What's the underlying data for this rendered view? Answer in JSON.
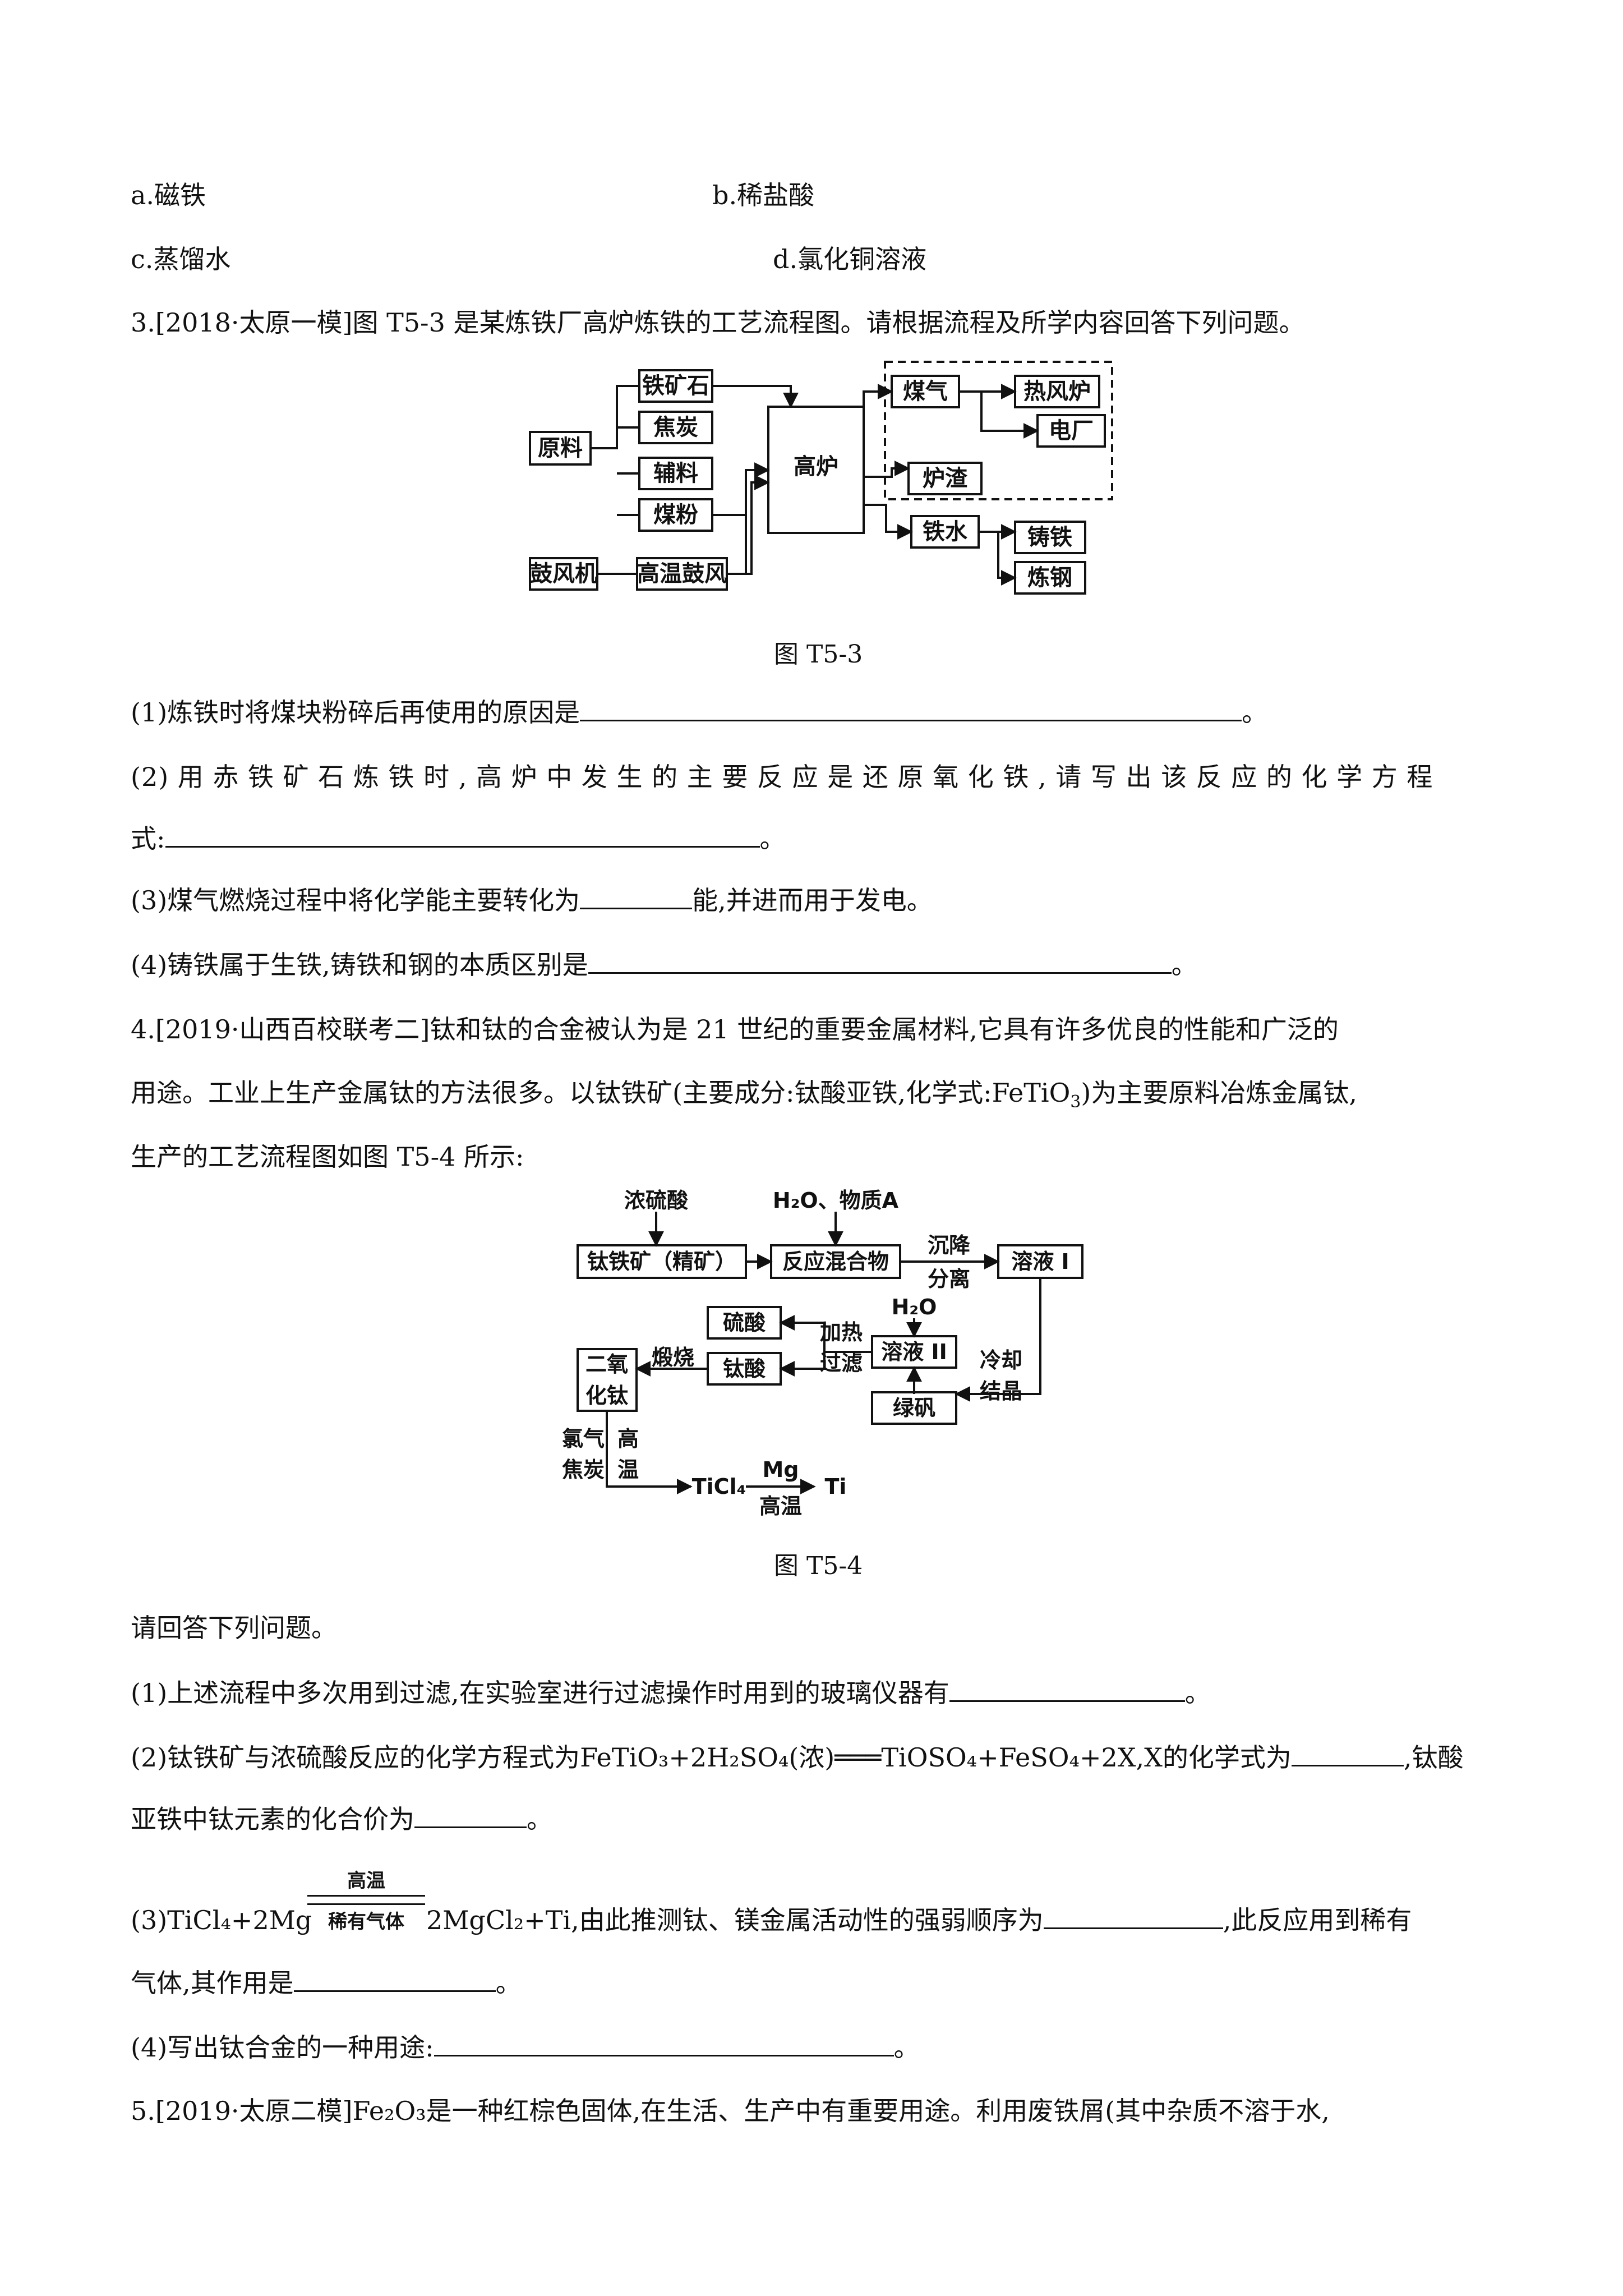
{
  "q2_options": {
    "a": "a.磁铁",
    "b": "b.稀盐酸",
    "c": "c.蒸馏水",
    "d": "d.氯化铜溶液"
  },
  "q3": {
    "stem": "3.[2018·太原一模]图 T5-3 是某炼铁厂高炉炼铁的工艺流程图。请根据流程及所学内容回答下列问题。",
    "figure": {
      "caption": "图 T5-3",
      "boxes": {
        "raw": "原料",
        "ore": "铁矿石",
        "coke": "焦炭",
        "aux": "辅料",
        "coal": "煤粉",
        "blower": "鼓风机",
        "hot_blast": "高温鼓风",
        "furnace": "高炉",
        "gas": "煤气",
        "hot_stove": "热风炉",
        "power": "电厂",
        "slag": "炉渣",
        "iron": "铁水",
        "cast_iron": "铸铁",
        "steel": "炼钢"
      }
    },
    "sub1": "(1)炼铁时将煤块粉碎后再使用的原因是",
    "sub2_a": "(2) 用 赤 铁 矿 石 炼 铁 时 , 高 炉 中 发 生 的 主 要 反 应 是 还 原 氧 化 铁 , 请 写 出 该 反 应 的 化 学 方 程",
    "sub2_b": "式:",
    "sub3_a": "(3)煤气燃烧过程中将化学能主要转化为",
    "sub3_b": "能,并进而用于发电。",
    "sub4": "(4)铸铁属于生铁,铸铁和钢的本质区别是",
    "end": "。"
  },
  "q4": {
    "stem_1": "4.[2019·山西百校联考二]钛和钛的合金被认为是 21 世纪的重要金属材料,它具有许多优良的性能和广泛的",
    "stem_2a": "用途。工业上生产金属钛的方法很多。以钛铁矿(主要成分:钛酸亚铁,化学式:FeTiO",
    "stem_2b": ")为主要原料冶炼金属钛,",
    "stem_3": "生产的工艺流程图如图 T5-4 所示:",
    "figure": {
      "caption": "图 T5-4",
      "labels": {
        "acid": "浓硫酸",
        "water_a": "H₂O、物质A",
        "ilmenite": "钛铁矿（精矿）",
        "mixture": "反应混合物",
        "settle": "沉降",
        "separate": "分离",
        "sol1": "溶液 I",
        "sulfuric": "硫酸",
        "heat": "加热",
        "filter": "过滤",
        "h2o": "H₂O",
        "sol2": "溶液 II",
        "cool": "冷却",
        "crystal": "结晶",
        "tio2_a": "二氧",
        "tio2_b": "化钛",
        "calcine": "煅烧",
        "titanic": "钛酸",
        "copperas": "绿矾",
        "cl2": "氯气",
        "coke": "焦炭",
        "high1": "高",
        "high2": "温",
        "ticl4": "TiCl₄",
        "mg": "Mg",
        "hightemp": "高温",
        "ti": "Ti"
      }
    },
    "ask": "请回答下列问题。",
    "sub1": "(1)上述流程中多次用到过滤,在实验室进行过滤操作时用到的玻璃仪器有",
    "sub2_a": "(2)钛铁矿与浓硫酸反应的化学方程式为FeTiO₃+2H₂SO₄(浓)═══TiOSO₄+FeSO₄+2X,X的化学式为",
    "sub2_b": ",钛酸",
    "sub2_c": "亚铁中钛元素的化合价为",
    "sub3_cond_top": "高温",
    "sub3_cond_bottom": "稀有气体",
    "sub3_lhs": "(3)TiCl₄+2Mg",
    "sub3_rhs": "2MgCl₂+Ti,由此推测钛、镁金属活动性的强弱顺序为",
    "sub3_tail": ",此反应用到稀有",
    "sub3_line2": "气体,其作用是",
    "sub4": "(4)写出钛合金的一种用途:",
    "end": "。"
  },
  "q5": {
    "stem": "5.[2019·太原二模]Fe₂O₃是一种红棕色固体,在生活、生产中有重要用途。利用废铁屑(其中杂质不溶于水,"
  }
}
